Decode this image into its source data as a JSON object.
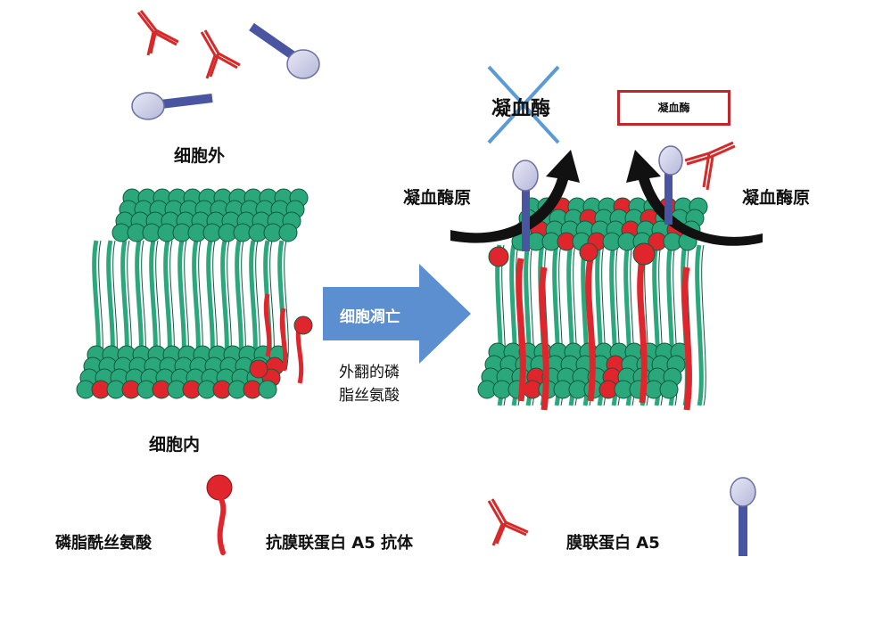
{
  "labels": {
    "outside": "细胞外",
    "inside": "细胞内",
    "apoptosis": "细胞凋亡",
    "flipped_line1": "外翻的磷",
    "flipped_line2": "脂丝氨酸",
    "thrombin_crossed": "凝血酶",
    "thrombin_boxed": "凝血酶",
    "prothrombin_left": "凝血酶原",
    "prothrombin_right": "凝血酶原"
  },
  "legend": {
    "ps": "磷脂酰丝氨酸",
    "antibody": "抗膜联蛋白 A5 抗体",
    "annexin": "膜联蛋白 A5"
  },
  "colors": {
    "lipid_green": "#2aa87c",
    "lipid_outline": "#0f5a3e",
    "ps_red": "#e0262c",
    "arrow_blue": "#5b8fd0",
    "protein_stick": "#4a55a2",
    "protein_head": "#c9cbe6",
    "cross_blue": "#5b9bd5",
    "box_red": "#c0262c"
  }
}
